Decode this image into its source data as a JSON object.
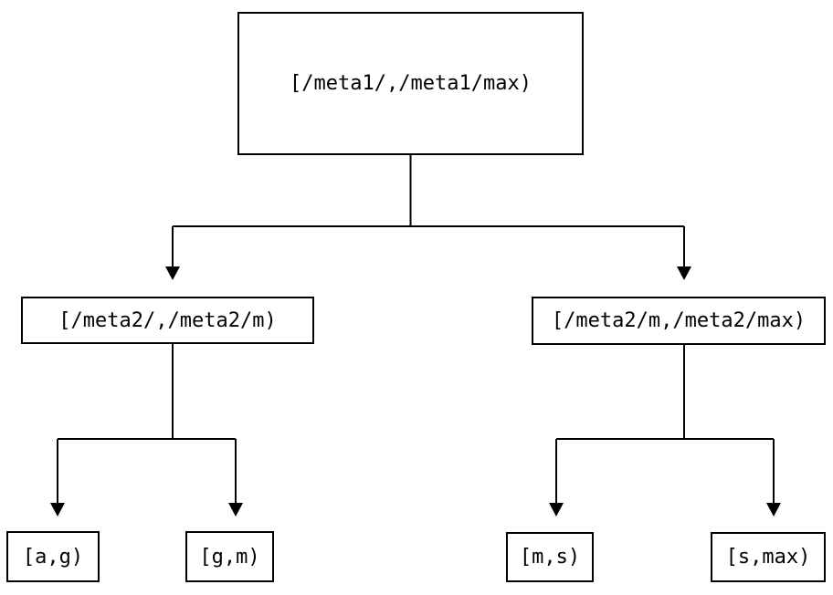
{
  "diagram": {
    "type": "tree",
    "colors": {
      "background": "#ffffff",
      "line": "#000000",
      "text": "#000000"
    },
    "nodes": {
      "root": {
        "label": "[/meta1/,/meta1/max)"
      },
      "left_child": {
        "label": "[/meta2/,/meta2/m)"
      },
      "right_child": {
        "label": "[/meta2/m,/meta2/max)"
      },
      "leaf_ag": {
        "label": "[a,g)"
      },
      "leaf_gm": {
        "label": "[g,m)"
      },
      "leaf_ms": {
        "label": "[m,s)"
      },
      "leaf_smax": {
        "label": "[s,max)"
      }
    },
    "edges": [
      {
        "from": "root",
        "to": "left_child"
      },
      {
        "from": "root",
        "to": "right_child"
      },
      {
        "from": "left_child",
        "to": "leaf_ag"
      },
      {
        "from": "left_child",
        "to": "leaf_gm"
      },
      {
        "from": "right_child",
        "to": "leaf_ms"
      },
      {
        "from": "right_child",
        "to": "leaf_smax"
      }
    ]
  }
}
